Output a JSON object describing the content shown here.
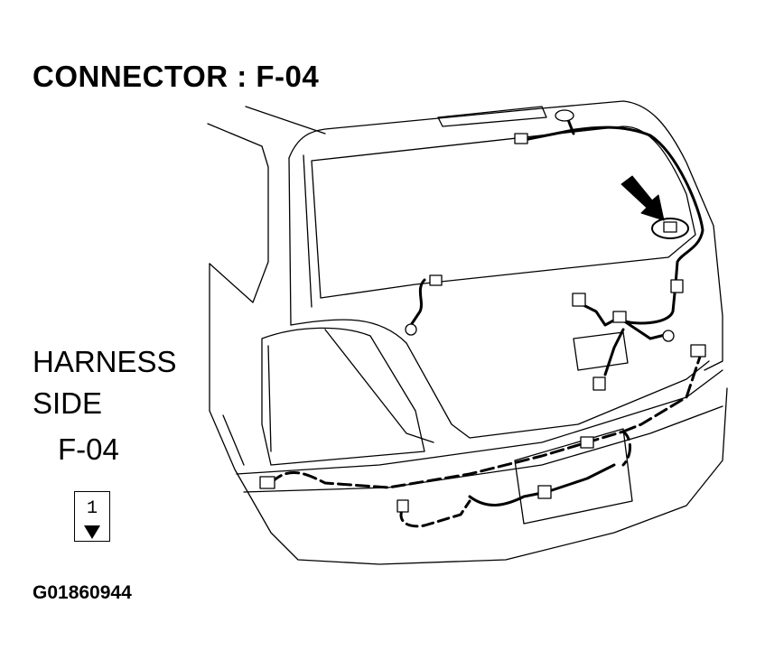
{
  "title": "CONNECTOR : F-04",
  "harness_side": {
    "line1": "HARNESS",
    "line2": "SIDE",
    "connector_code": "F-04",
    "pin_number": "1"
  },
  "figure_id": "G01860944",
  "colors": {
    "line": "#000000",
    "background": "#ffffff"
  },
  "icons": {
    "pointer": "arrow-pointer-icon",
    "connector": "connector-plug-icon",
    "lock": "lock-triangle-icon"
  }
}
